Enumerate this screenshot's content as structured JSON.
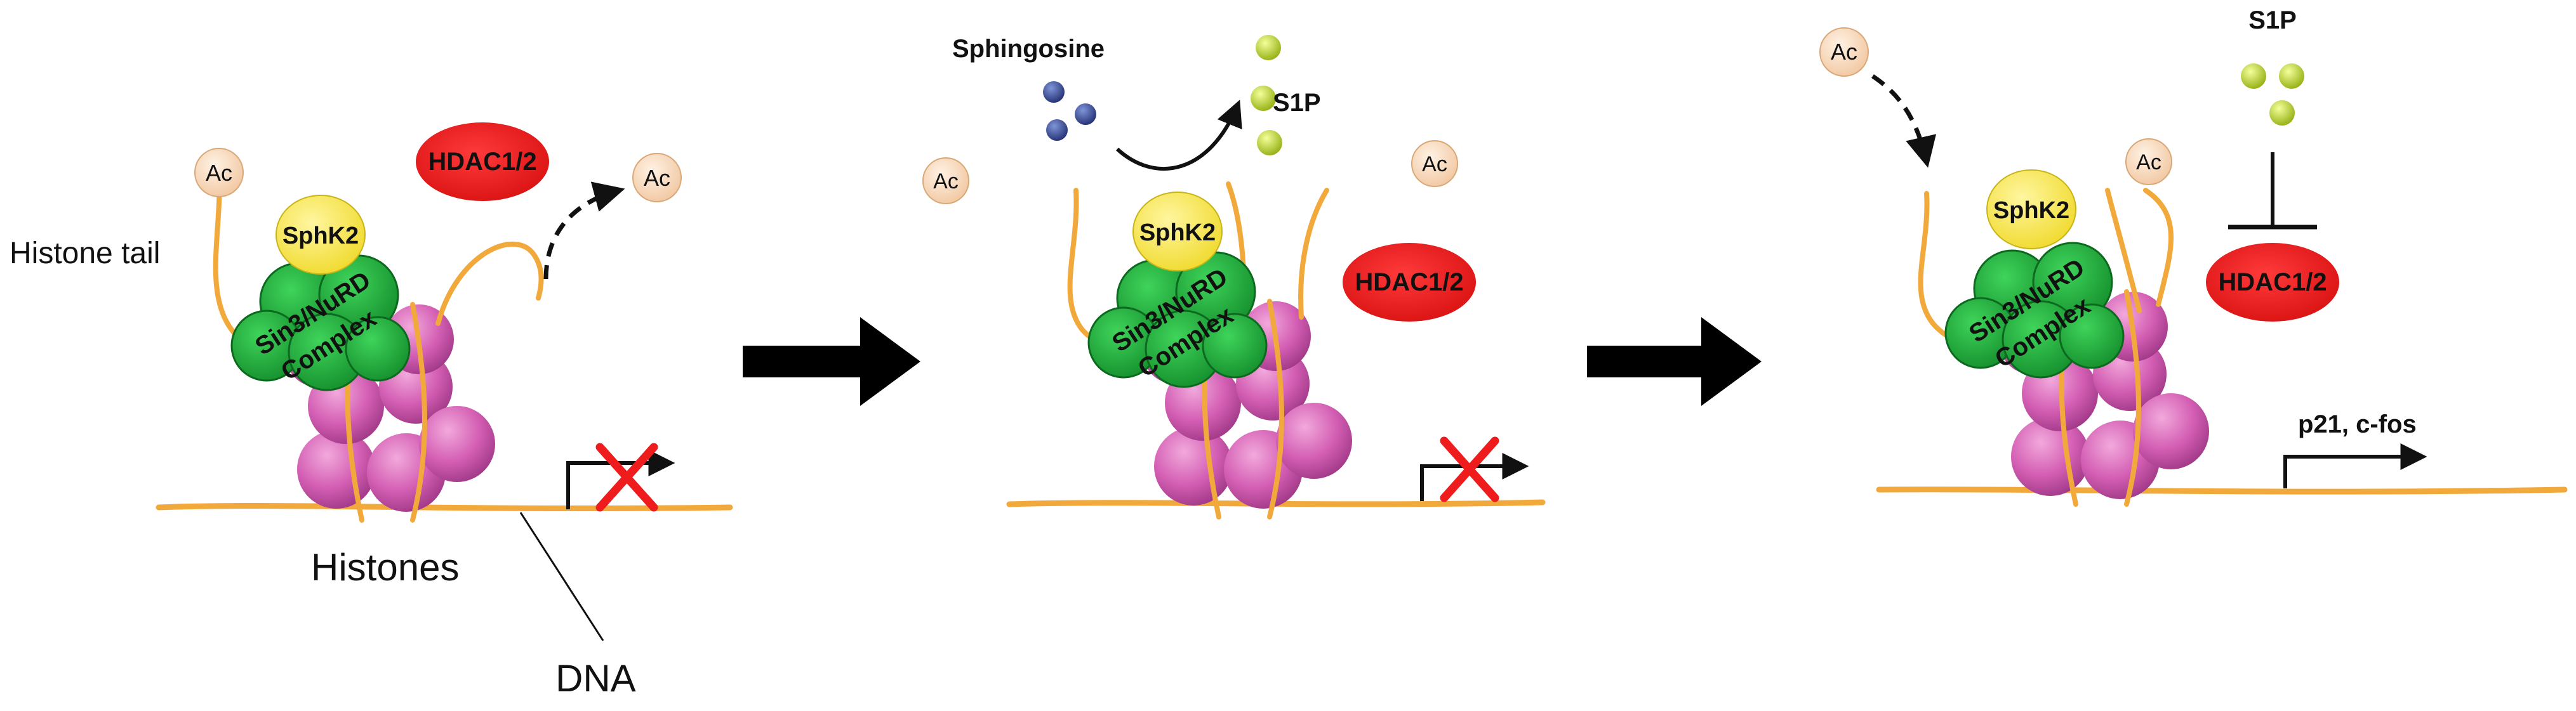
{
  "panels": [
    {
      "histone_tail_label": "Histone tail",
      "histones_label": "Histones",
      "dna_label": "DNA",
      "acetyl_labels": [
        "Ac",
        "Ac"
      ],
      "sphk2_label": "SphK2",
      "complex_label_top": "Sin3/NuRD",
      "complex_label_bottom": "Complex",
      "hdac_label": "HDAC1/2",
      "transcription": "blocked"
    },
    {
      "sphingosine_label": "Sphingosine",
      "s1p_label": "S1P",
      "acetyl_labels": [
        "Ac",
        "Ac"
      ],
      "sphk2_label": "SphK2",
      "complex_label_top": "Sin3/NuRD",
      "complex_label_bottom": "Complex",
      "hdac_label": "HDAC1/2",
      "transcription": "blocked"
    },
    {
      "s1p_label": "S1P",
      "acetyl_labels": [
        "Ac",
        "Ac"
      ],
      "sphk2_label": "SphK2",
      "complex_label_top": "Sin3/NuRD",
      "complex_label_bottom": "Complex",
      "hdac_label": "HDAC1/2",
      "gene_label": "p21, c-fos",
      "transcription": "active"
    }
  ],
  "colors": {
    "histone": "#d45fb4",
    "sphk2": "#f7ea45",
    "complex": "#1fb53c",
    "hdac": "#ee1c1c",
    "acetyl": "#f8dcc0",
    "dna": "#f2a93b",
    "sphingosine": "#2c3c86",
    "s1p": "#b2cc1c",
    "block_cross": "#ee1c1c"
  }
}
